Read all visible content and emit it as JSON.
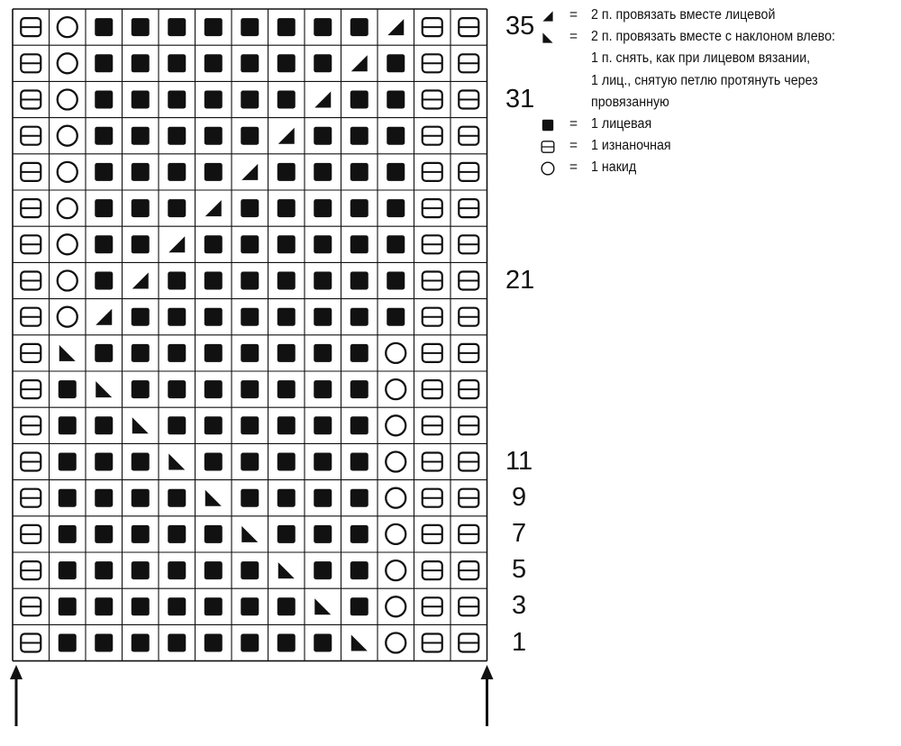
{
  "diagram": {
    "grid": [
      "PONNNNNNNNRPP",
      "PONNNNNNNRNPP",
      "PONNNNNNRNNPP",
      "PONNNNNRNNNPP",
      "PONNNNRNNNNPP",
      "PONNNRNNNNNPP",
      "PONNRNNNNNNPP",
      "PONRNNNNNNNPP",
      "PORNNNNNNNNPP",
      "PLNNNNNNNNOPP",
      "PNLNNNNNNNOPP",
      "PNNLNNNNNNOPP",
      "PNNNLNNNNNOPP",
      "PNNNNLNNNNOPP",
      "PNNNNNLNNNOPP",
      "PNNNNNNLNNOPP",
      "PNNNNNNNLNOPP",
      "PNNNNNNNNLOPP"
    ],
    "grid_key": {
      "N": "1 лицевая",
      "P": "1 изнаночная",
      "O": "1 накид",
      "R": "2 п. провязать вместе лицевой",
      "L": "2 п. провязать вместе с наклоном влево"
    },
    "row_numbers": [
      {
        "row_index": 0,
        "label": "35"
      },
      {
        "row_index": 2,
        "label": "31"
      },
      {
        "row_index": 7,
        "label": "21"
      },
      {
        "row_index": 12,
        "label": "11"
      },
      {
        "row_index": 13,
        "label": "9"
      },
      {
        "row_index": 14,
        "label": "7"
      },
      {
        "row_index": 15,
        "label": "5"
      },
      {
        "row_index": 16,
        "label": "3"
      },
      {
        "row_index": 17,
        "label": "1"
      }
    ],
    "arrows": [
      "left-arrow",
      "right-arrow"
    ]
  },
  "legend": {
    "items": [
      {
        "symbol": "right-decrease-icon",
        "eq": "=",
        "lines": [
          "2 п. провязать вместе лицевой"
        ]
      },
      {
        "symbol": "left-decrease-icon",
        "eq": "=",
        "lines": [
          "2 п. провязать вместе с наклоном влево:",
          "1 п. снять, как при лицевом вязании,",
          "1 лиц., снятую петлю протянуть через",
          "провязанную"
        ]
      },
      {
        "symbol": "knit-square-icon",
        "eq": "=",
        "lines": [
          "1 лицевая"
        ]
      },
      {
        "symbol": "purl-box-icon",
        "eq": "=",
        "lines": [
          "1 изнаночная"
        ]
      },
      {
        "symbol": "yarn-over-circle-icon",
        "eq": "=",
        "lines": [
          "1 накид"
        ]
      }
    ]
  },
  "colors": {
    "ink": "#111111",
    "background": "#ffffff"
  }
}
